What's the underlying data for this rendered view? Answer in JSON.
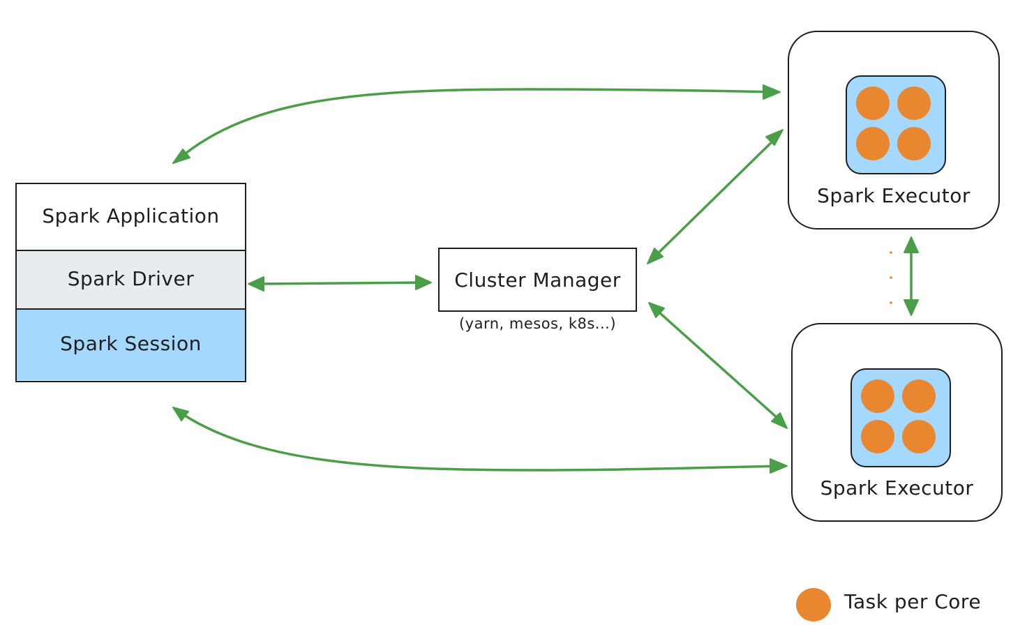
{
  "app_stack": {
    "application_label": "Spark Application",
    "driver_label": "Spark Driver",
    "session_label": "Spark Session"
  },
  "cluster_manager": {
    "label": "Cluster Manager",
    "note": "(yarn, mesos, k8s...)"
  },
  "executors": [
    {
      "label": "Spark Executor",
      "cores": 4
    },
    {
      "label": "Spark Executor",
      "cores": 4
    }
  ],
  "legend": {
    "label": "Task per Core"
  },
  "colors": {
    "arrow": "#4a9e48",
    "session_fill": "#a5d8ff",
    "driver_fill": "#e9ecef",
    "core_fill": "#e8872f",
    "ellipsis_dots": "#e8872f"
  }
}
